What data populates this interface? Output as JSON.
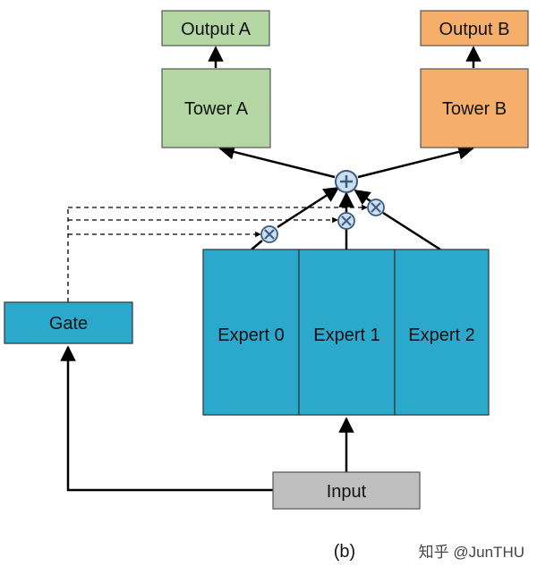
{
  "diagram": {
    "output_a": "Output A",
    "output_b": "Output B",
    "tower_a": "Tower A",
    "tower_b": "Tower B",
    "gate": "Gate",
    "expert_0": "Expert 0",
    "expert_1": "Expert 1",
    "expert_2": "Expert 2",
    "input": "Input",
    "caption": "(b)",
    "watermark": "知乎 @JunTHU"
  },
  "colors": {
    "green": "#b3d6a3",
    "orange": "#f6ae6b",
    "teal": "#2aa9cc",
    "gray": "#bfbfbf",
    "node": "#c9dff0"
  }
}
